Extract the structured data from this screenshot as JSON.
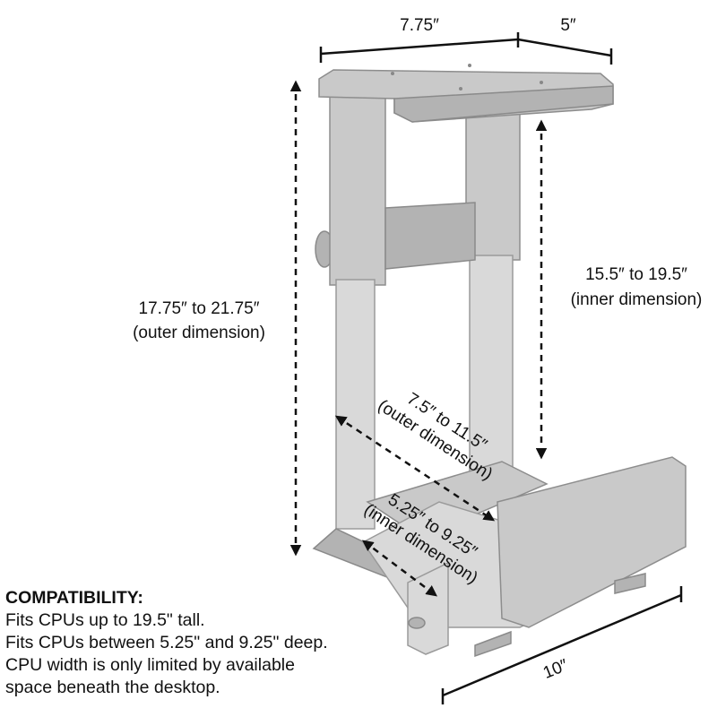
{
  "dimensions": {
    "top_width": "7.75″",
    "top_depth": "5″",
    "outer_height_range": "17.75″ to 21.75″",
    "outer_height_note": "(outer dimension)",
    "inner_height_range": "15.5″ to 19.5″",
    "inner_height_note": "(inner dimension)",
    "outer_width_range": "7.5″ to 11.5″",
    "outer_width_note": "(outer dimension)",
    "inner_width_range": "5.25″ to 9.25″",
    "inner_width_note": "(inner dimension)",
    "base_length": "10″"
  },
  "compatibility": {
    "title": "COMPATIBILITY:",
    "lines": [
      "Fits CPUs up to 19.5\" tall.",
      "Fits CPUs between 5.25\" and 9.25\" deep.",
      "CPU width is only limited by available",
      "space beneath the desktop."
    ]
  }
}
